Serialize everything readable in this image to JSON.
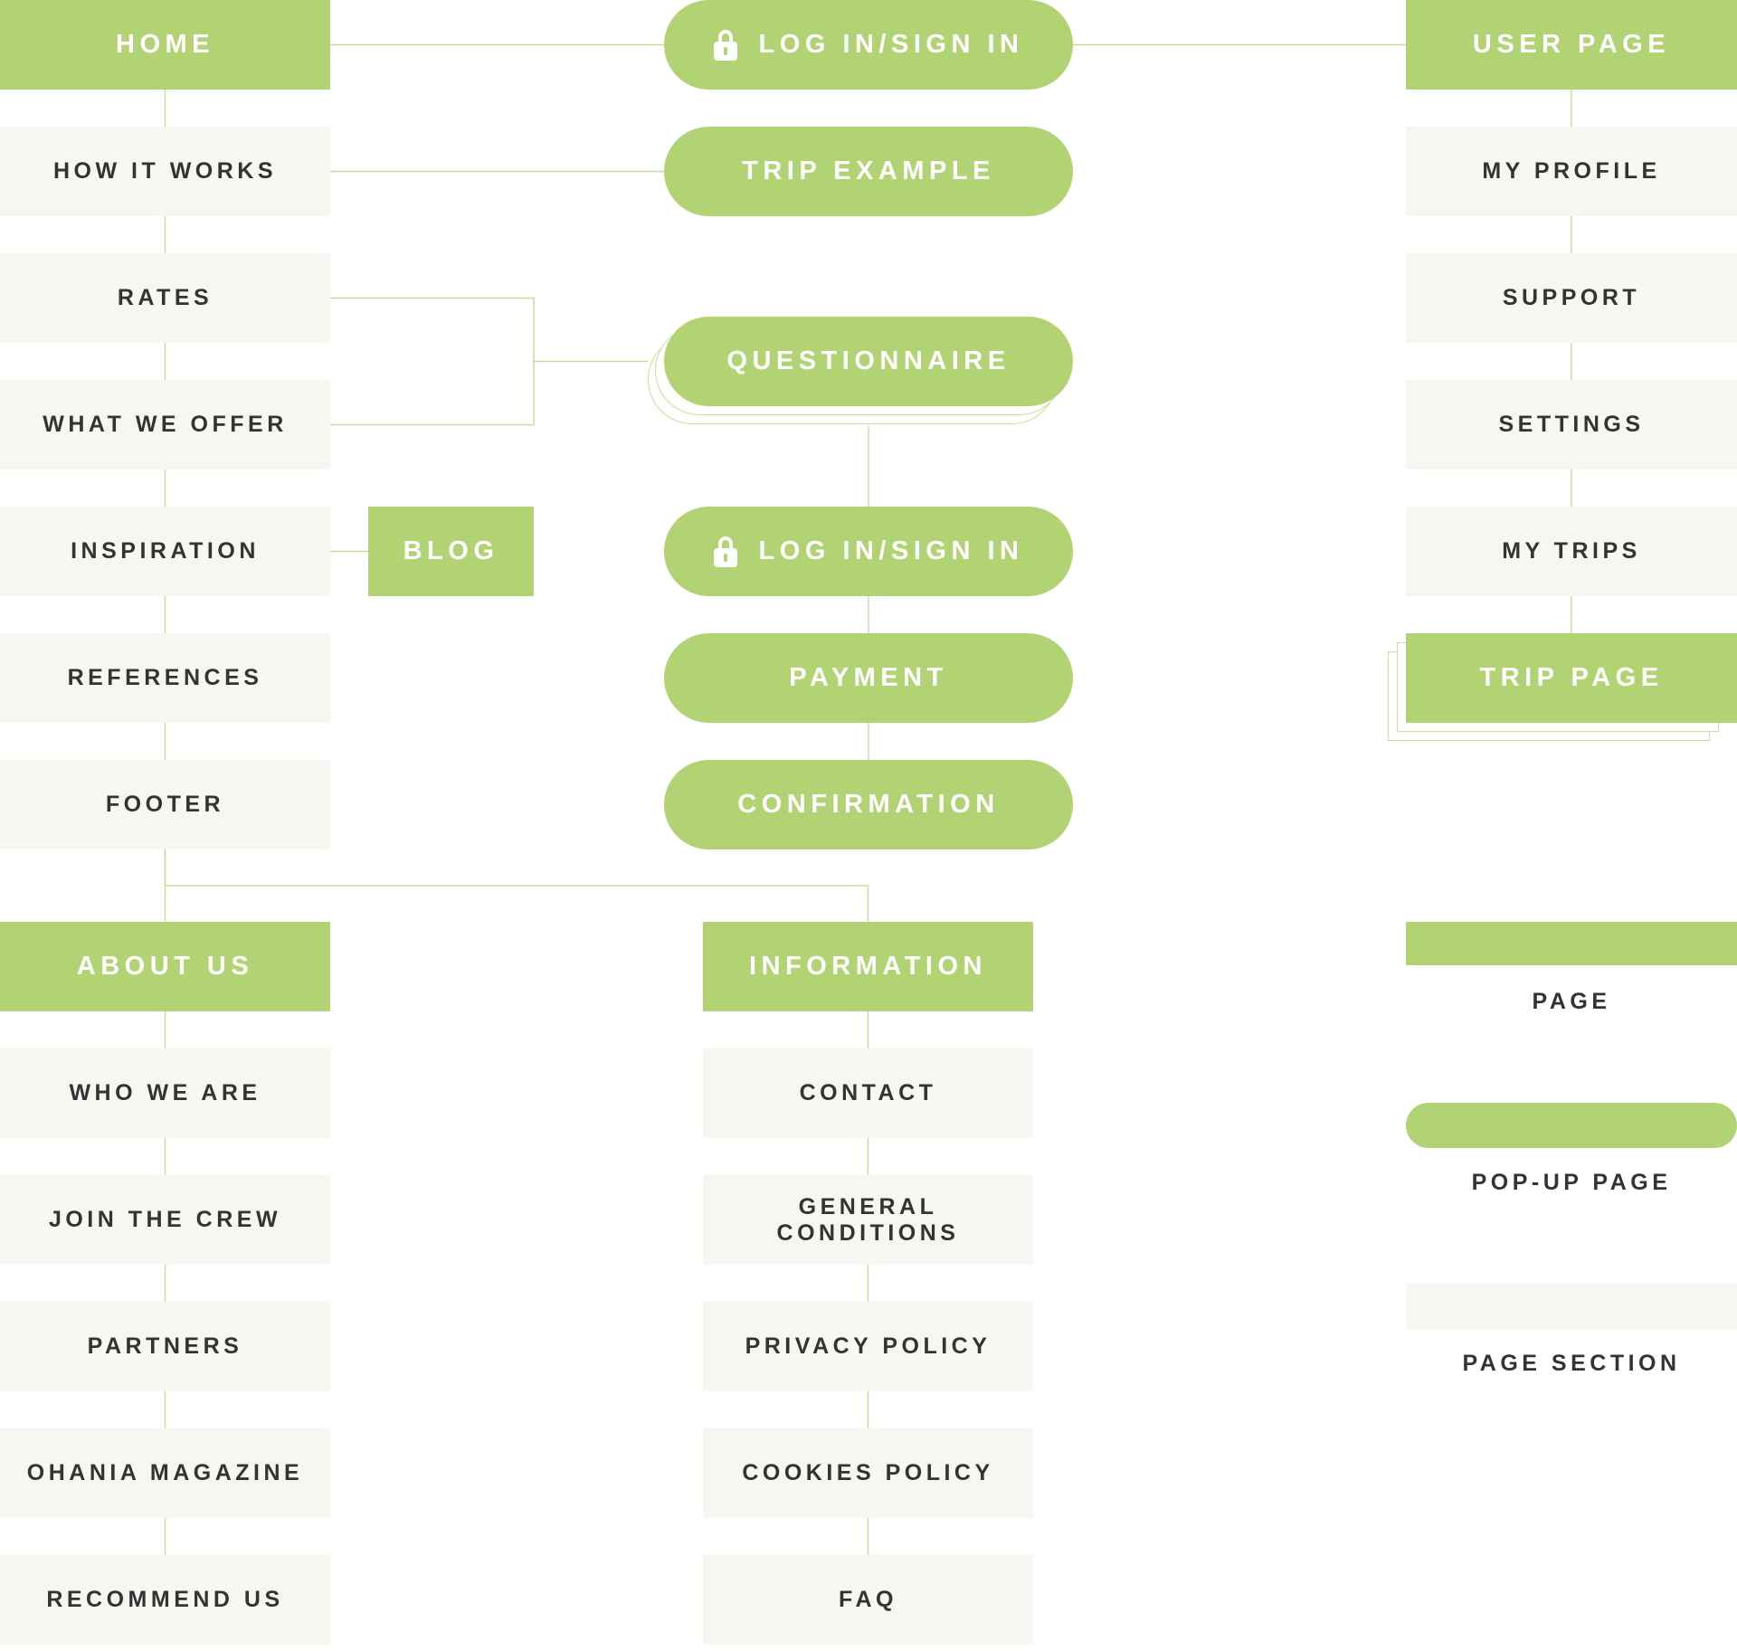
{
  "colors": {
    "page_fill": "#b2d374",
    "section_fill": "#f5f8f0",
    "connector": "#c5de9d",
    "page_text": "#ffffff",
    "section_text": "#333333"
  },
  "nodes": {
    "home": {
      "label": "HOME",
      "kind": "page"
    },
    "how_it_works": {
      "label": "HOW IT WORKS",
      "kind": "section"
    },
    "rates": {
      "label": "RATES",
      "kind": "section"
    },
    "what_we_offer": {
      "label": "WHAT WE OFFER",
      "kind": "section"
    },
    "inspiration": {
      "label": "INSPIRATION",
      "kind": "section"
    },
    "references": {
      "label": "REFERENCES",
      "kind": "section"
    },
    "footer": {
      "label": "FOOTER",
      "kind": "section"
    },
    "blog": {
      "label": "BLOG",
      "kind": "page"
    },
    "login_top": {
      "label": "LOG IN/SIGN IN",
      "kind": "popup",
      "icon": "lock-icon"
    },
    "trip_example": {
      "label": "TRIP EXAMPLE",
      "kind": "popup"
    },
    "questionnaire": {
      "label": "QUESTIONNAIRE",
      "kind": "popup",
      "stacked": true
    },
    "login_mid": {
      "label": "LOG IN/SIGN IN",
      "kind": "popup",
      "icon": "lock-icon"
    },
    "payment": {
      "label": "PAYMENT",
      "kind": "popup"
    },
    "confirmation": {
      "label": "CONFIRMATION",
      "kind": "popup"
    },
    "user_page": {
      "label": "USER PAGE",
      "kind": "page"
    },
    "my_profile": {
      "label": "MY PROFILE",
      "kind": "section"
    },
    "support": {
      "label": "SUPPORT",
      "kind": "section"
    },
    "settings": {
      "label": "SETTINGS",
      "kind": "section"
    },
    "my_trips": {
      "label": "MY TRIPS",
      "kind": "section"
    },
    "trip_page": {
      "label": "TRIP PAGE",
      "kind": "page",
      "stacked": true
    },
    "about_us": {
      "label": "ABOUT US",
      "kind": "page"
    },
    "who_we_are": {
      "label": "WHO WE ARE",
      "kind": "section"
    },
    "join_the_crew": {
      "label": "JOIN THE CREW",
      "kind": "section"
    },
    "partners": {
      "label": "PARTNERS",
      "kind": "section"
    },
    "ohania_magazine": {
      "label": "OHANIA MAGAZINE",
      "kind": "section"
    },
    "recommend_us": {
      "label": "RECOMMEND US",
      "kind": "section"
    },
    "information": {
      "label": "INFORMATION",
      "kind": "page"
    },
    "contact": {
      "label": "CONTACT",
      "kind": "section"
    },
    "general_conditions": {
      "label": "GENERAL CONDITIONS",
      "kind": "section"
    },
    "privacy_policy": {
      "label": "PRIVACY POLICY",
      "kind": "section"
    },
    "cookies_policy": {
      "label": "COOKIES POLICY",
      "kind": "section"
    },
    "faq": {
      "label": "FAQ",
      "kind": "section"
    }
  },
  "edges": [
    [
      "home",
      "login_top"
    ],
    [
      "login_top",
      "user_page"
    ],
    [
      "home",
      "how_it_works"
    ],
    [
      "how_it_works",
      "trip_example"
    ],
    [
      "how_it_works",
      "rates"
    ],
    [
      "rates",
      "what_we_offer"
    ],
    [
      "rates",
      "questionnaire"
    ],
    [
      "what_we_offer",
      "questionnaire"
    ],
    [
      "what_we_offer",
      "inspiration"
    ],
    [
      "inspiration",
      "blog"
    ],
    [
      "inspiration",
      "references"
    ],
    [
      "references",
      "footer"
    ],
    [
      "questionnaire",
      "login_mid"
    ],
    [
      "login_mid",
      "payment"
    ],
    [
      "payment",
      "confirmation"
    ],
    [
      "user_page",
      "my_profile"
    ],
    [
      "my_profile",
      "support"
    ],
    [
      "support",
      "settings"
    ],
    [
      "settings",
      "my_trips"
    ],
    [
      "my_trips",
      "trip_page"
    ],
    [
      "footer",
      "about_us"
    ],
    [
      "footer",
      "information"
    ],
    [
      "about_us",
      "who_we_are"
    ],
    [
      "who_we_are",
      "join_the_crew"
    ],
    [
      "join_the_crew",
      "partners"
    ],
    [
      "partners",
      "ohania_magazine"
    ],
    [
      "ohania_magazine",
      "recommend_us"
    ],
    [
      "information",
      "contact"
    ],
    [
      "contact",
      "general_conditions"
    ],
    [
      "general_conditions",
      "privacy_policy"
    ],
    [
      "privacy_policy",
      "cookies_policy"
    ],
    [
      "cookies_policy",
      "faq"
    ]
  ],
  "legend": [
    {
      "label": "PAGE",
      "kind": "page"
    },
    {
      "label": "POP-UP PAGE",
      "kind": "popup"
    },
    {
      "label": "PAGE SECTION",
      "kind": "section"
    }
  ]
}
